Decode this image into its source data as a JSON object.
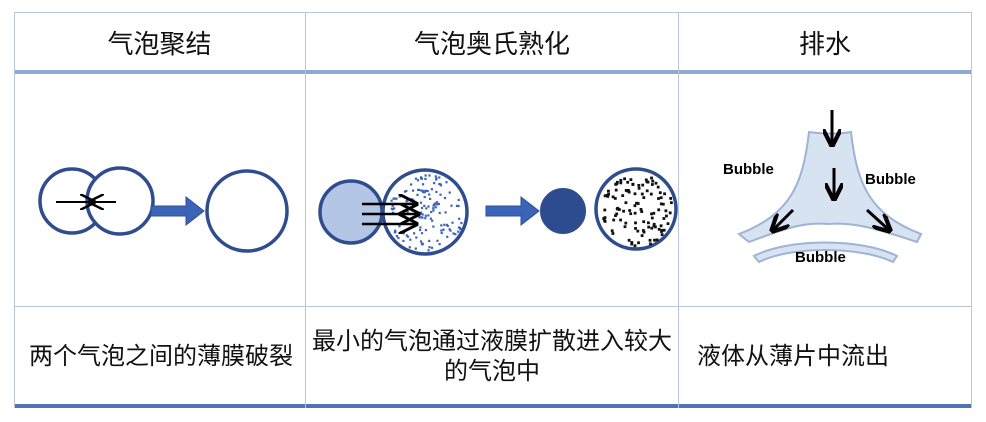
{
  "headers": [
    "气泡聚结",
    "气泡奥氏熟化",
    "排水"
  ],
  "captions": [
    "两个气泡之间的薄膜破裂",
    "最小的气泡通过液膜扩散进入较大的气泡中",
    "液体从薄片中流出"
  ],
  "drainage_labels": [
    "Bubble",
    "Bubble",
    "Bubble"
  ],
  "colors": {
    "circle_stroke": "#2f4d8e",
    "arrow_fill": "#3b64b8",
    "small_bubble_fill": "#b4c6e6",
    "dark_bubble_fill": "#2d4c90",
    "header_rule": "#8ea9d2",
    "grid": "#b7c6dd"
  }
}
